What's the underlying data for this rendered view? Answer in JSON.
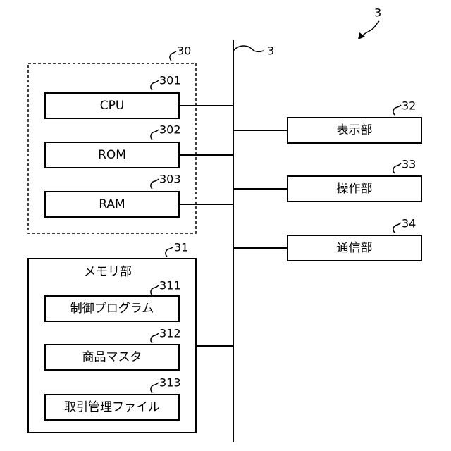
{
  "figure_ref": "3",
  "bus_ref": "3",
  "controller": {
    "ref": "30"
  },
  "cpu": {
    "ref": "301",
    "label": "CPU"
  },
  "rom": {
    "ref": "302",
    "label": "ROM"
  },
  "ram": {
    "ref": "303",
    "label": "RAM"
  },
  "display": {
    "ref": "32",
    "label": "表示部"
  },
  "operation": {
    "ref": "33",
    "label": "操作部"
  },
  "communication": {
    "ref": "34",
    "label": "通信部"
  },
  "memory": {
    "ref": "31",
    "title": "メモリ部"
  },
  "control_program": {
    "ref": "311",
    "label": "制御プログラム"
  },
  "product_master": {
    "ref": "312",
    "label": "商品マスタ"
  },
  "transaction_file": {
    "ref": "313",
    "label": "取引管理ファイル"
  }
}
